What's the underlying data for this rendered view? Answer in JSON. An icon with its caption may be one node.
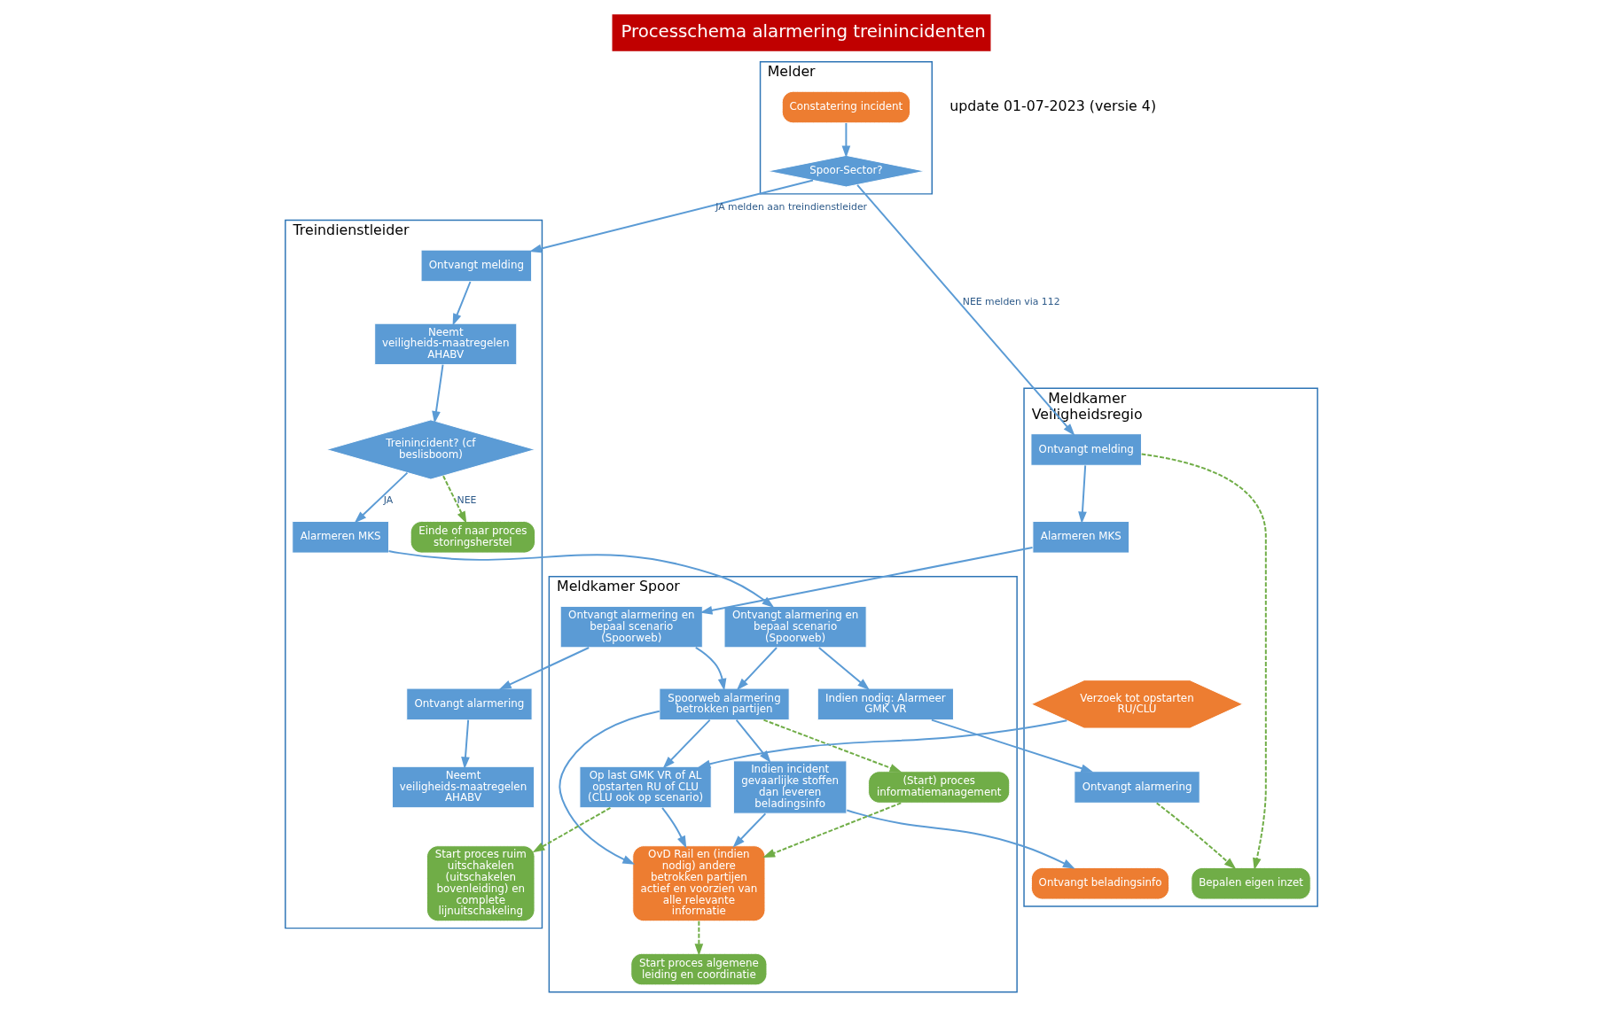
{
  "diagram": {
    "title": "Processchema alarmering treinincidenten",
    "nodes": [
      {
        "text": [
          "Melder"
        ]
      },
      {
        "text": [
          "Treindienstleider"
        ]
      },
      {
        "text": [
          "Meldkamer Spoor"
        ]
      },
      {
        "text": [
          "Meldkamer Veiligheidsregio"
        ]
      },
      {
        "text": [
          "Constatering incident"
        ],
        "in": 0
      },
      {
        "text": [
          "Spoor-Sector?"
        ],
        "in": 0
      },
      {
        "text": [
          "Ontvangt melding"
        ],
        "in": 1
      },
      {
        "text": [
          "Neemt veiligheids-maatregelen AHABV"
        ],
        "in": 1
      },
      {
        "text": [
          "Treinincident? (cf beslisboom)"
        ],
        "in": 1
      },
      {
        "text": [
          "Alarmeren MKS"
        ],
        "in": 1
      },
      {
        "text": [
          "Einde of naar proces storingsherstel"
        ],
        "in": 1
      },
      {
        "text": [
          "Ontvangt alarmering"
        ],
        "in": 1
      },
      {
        "text": [
          "Neemt veiligheids-maatregelen AHABV"
        ],
        "in": 1
      },
      {
        "text": [
          "Start proces ruim uitschakelen (uitschakelen bovenleiding) en complete lijnuitschakeling"
        ],
        "in": 1
      },
      {
        "text": [
          "Ontvangt alarmering en bepaal scenario (Spoorweb)"
        ],
        "in": 2
      },
      {
        "text": [
          "Ontvangt alarmering en bepaal scenario (Spoorweb)"
        ],
        "in": 2
      },
      {
        "text": [
          "Indien nodig: Alarmeer GMK VR"
        ],
        "in": 2
      },
      {
        "text": [
          "Spoorweb alarmering betrokken partijen"
        ],
        "in": 2
      },
      {
        "text": [
          "Op last GMK VR of AL opstarten RU of CLU (CLU ook op scenario)"
        ],
        "in": 2
      },
      {
        "text": [
          "Indien incident gevaarlijke stoffen dan leveren beladingsinfo"
        ],
        "in": 2
      },
      {
        "text": [
          "OvD Rail en (indien nodig) andere betrokken partijen actief en voorzien van alle relevante informatie"
        ],
        "in": 2
      },
      {
        "text": [
          "Start proces algemene leiding en coordinatie"
        ],
        "in": 2
      },
      {
        "text": [
          "(Start) proces informatiemanagement"
        ],
        "in": 2
      },
      {
        "text": [
          "Ontvangt melding"
        ],
        "in": 3
      },
      {
        "text": [
          "Alarmeren MKS"
        ],
        "in": 3
      },
      {
        "text": [
          "Ontvangt alarmering"
        ],
        "in": 3
      },
      {
        "text": [
          "Bepalen eigen inzet"
        ],
        "in": 3
      },
      {
        "text": [
          "Verzoek tot opstarten RU/CLU"
        ],
        "in": 3
      },
      {
        "text": [
          "Ontvangt beladingsinfo"
        ],
        "in": 3
      }
    ],
    "edges": [
      {
        "from": 4,
        "to": 5,
        "arrow": "to"
      },
      {
        "from": 5,
        "to": 6,
        "arrow": "to",
        "label": "JA melden aan treindienstleider"
      },
      {
        "from": 5,
        "to": 23,
        "arrow": "to",
        "label": "NEE melden via 112"
      },
      {
        "from": 6,
        "to": 7,
        "arrow": "to"
      },
      {
        "from": 7,
        "to": 8,
        "arrow": "to"
      },
      {
        "from": 8,
        "to": 9,
        "arrow": "to",
        "label": "JA"
      },
      {
        "from": 8,
        "to": 10,
        "arrow": "to",
        "label": "NEE",
        "style": "dashed",
        "color": "#70ad47"
      },
      {
        "from": 11,
        "to": 12,
        "arrow": "to"
      },
      {
        "from": 9,
        "to": 15,
        "arrow": "to"
      },
      {
        "from": 15,
        "to": 17,
        "arrow": "to"
      },
      {
        "from": 15,
        "to": 16,
        "arrow": "to"
      },
      {
        "from": 16,
        "to": 25,
        "arrow": "to"
      },
      {
        "from": 23,
        "to": 24,
        "arrow": "to"
      },
      {
        "from": 24,
        "to": 14,
        "arrow": "to"
      },
      {
        "from": 14,
        "to": 11,
        "arrow": "to"
      },
      {
        "from": 14,
        "to": 17,
        "arrow": "to"
      },
      {
        "from": 17,
        "to": 18,
        "arrow": "to"
      },
      {
        "from": 17,
        "to": 20,
        "arrow": "to"
      },
      {
        "from": 17,
        "to": 19,
        "arrow": "to"
      },
      {
        "from": 17,
        "to": 22,
        "arrow": "to",
        "style": "dashed",
        "color": "#70ad47"
      },
      {
        "from": 18,
        "to": 13,
        "arrow": "to",
        "style": "dashed",
        "color": "#70ad47"
      },
      {
        "from": 18,
        "to": 20,
        "arrow": "to"
      },
      {
        "from": 19,
        "to": 20,
        "arrow": "to"
      },
      {
        "from": 19,
        "to": 28,
        "arrow": "to"
      },
      {
        "from": 27,
        "to": 18,
        "arrow": "to"
      },
      {
        "from": 22,
        "to": 20,
        "arrow": "to",
        "style": "dashed",
        "color": "#70ad47"
      },
      {
        "from": 20,
        "to": 21,
        "arrow": "to",
        "style": "dashed",
        "color": "#70ad47"
      },
      {
        "from": 23,
        "to": 26,
        "arrow": "to",
        "style": "dashed",
        "color": "#70ad47"
      },
      {
        "from": 25,
        "to": 26,
        "arrow": "to",
        "style": "dashed",
        "color": "#70ad47"
      }
    ],
    "labels": [
      "update 01-07-2023 (versie 4)"
    ]
  }
}
